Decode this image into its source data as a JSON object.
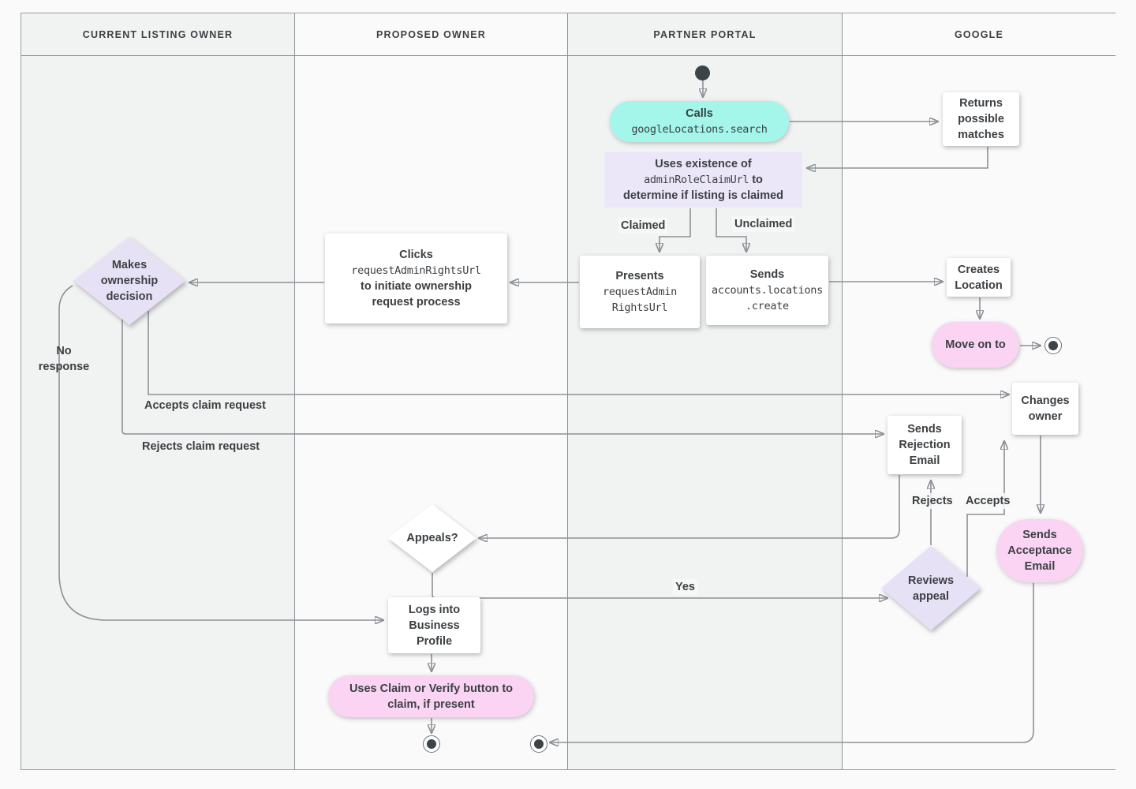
{
  "diagram": {
    "lanes": [
      {
        "label": "CURRENT LISTING OWNER"
      },
      {
        "label": "PROPOSED OWNER"
      },
      {
        "label": "PARTNER PORTAL"
      },
      {
        "label": "GOOGLE"
      }
    ],
    "nodes": {
      "calls": {
        "title": "Calls",
        "code": "googleLocations.search"
      },
      "returns": {
        "label": "Returns possible matches"
      },
      "uses": {
        "line1": "Uses existence of",
        "code": "adminRoleClaimUrl",
        "line2_suffix": "to",
        "line3": "determine if listing is claimed"
      },
      "presents": {
        "title": "Presents",
        "code_lines": [
          "requestAdmin",
          "RightsUrl"
        ]
      },
      "sends_create": {
        "title": "Sends",
        "code_lines": [
          "accounts.locations",
          ".create"
        ]
      },
      "clicks": {
        "title": "Clicks",
        "code": "requestAdminRightsUrl",
        "rest": "to initiate ownership request process"
      },
      "makes_decision": {
        "label": "Makes ownership decision"
      },
      "creates_location": {
        "label": "Creates Location"
      },
      "move_on": {
        "label": "Move on to"
      },
      "changes_owner": {
        "label": "Changes owner"
      },
      "sends_rejection": {
        "label": "Sends Rejection Email"
      },
      "sends_acceptance": {
        "label": "Sends Acceptance Email"
      },
      "reviews_appeal": {
        "label": "Reviews appeal"
      },
      "appeals": {
        "label": "Appeals?"
      },
      "logs_in": {
        "label": "Logs into Business Profile"
      },
      "claim_verify": {
        "label": "Uses Claim or Verify button to claim, if present"
      }
    },
    "edge_labels": {
      "claimed": "Claimed",
      "unclaimed": "Unclaimed",
      "no_response": "No response",
      "accepts_claim": "Accepts claim request",
      "rejects_claim": "Rejects claim request",
      "yes": "Yes",
      "rejects": "Rejects",
      "accepts": "Accepts"
    },
    "colors": {
      "teal": "#a4f6ea",
      "lavender": "#e7e1f6",
      "note_lavender": "#ece7f8",
      "pink": "#fbd3f3",
      "node_text": "#3c4043",
      "line": "#8d9196",
      "lane_gray": "#f1f2f2",
      "lane_light": "#fafafa"
    }
  }
}
